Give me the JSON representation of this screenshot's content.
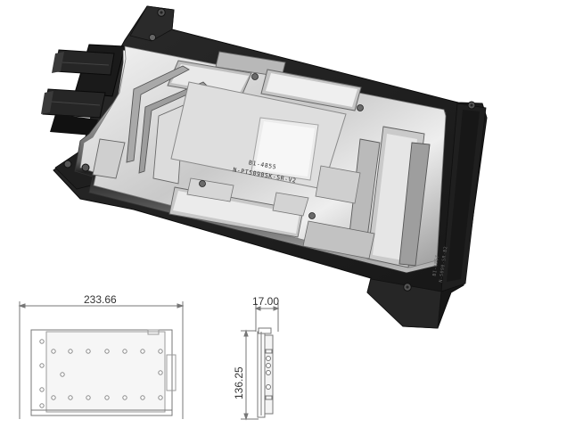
{
  "product_render": {
    "engraving_line1": "B1-4855",
    "engraving_line2": "N-PT5090SK-SR-V2",
    "backplate_marking_line1": "BI-4857",
    "backplate_marking_line2": "N-5090-SR-B2"
  },
  "drawing": {
    "width_dimension": "233.66",
    "thickness_dimension": "17.00",
    "height_dimension": "136.25"
  },
  "colors": {
    "nickel": "#d9d9d9",
    "black_plate": "#232323",
    "background": "#ffffff"
  }
}
